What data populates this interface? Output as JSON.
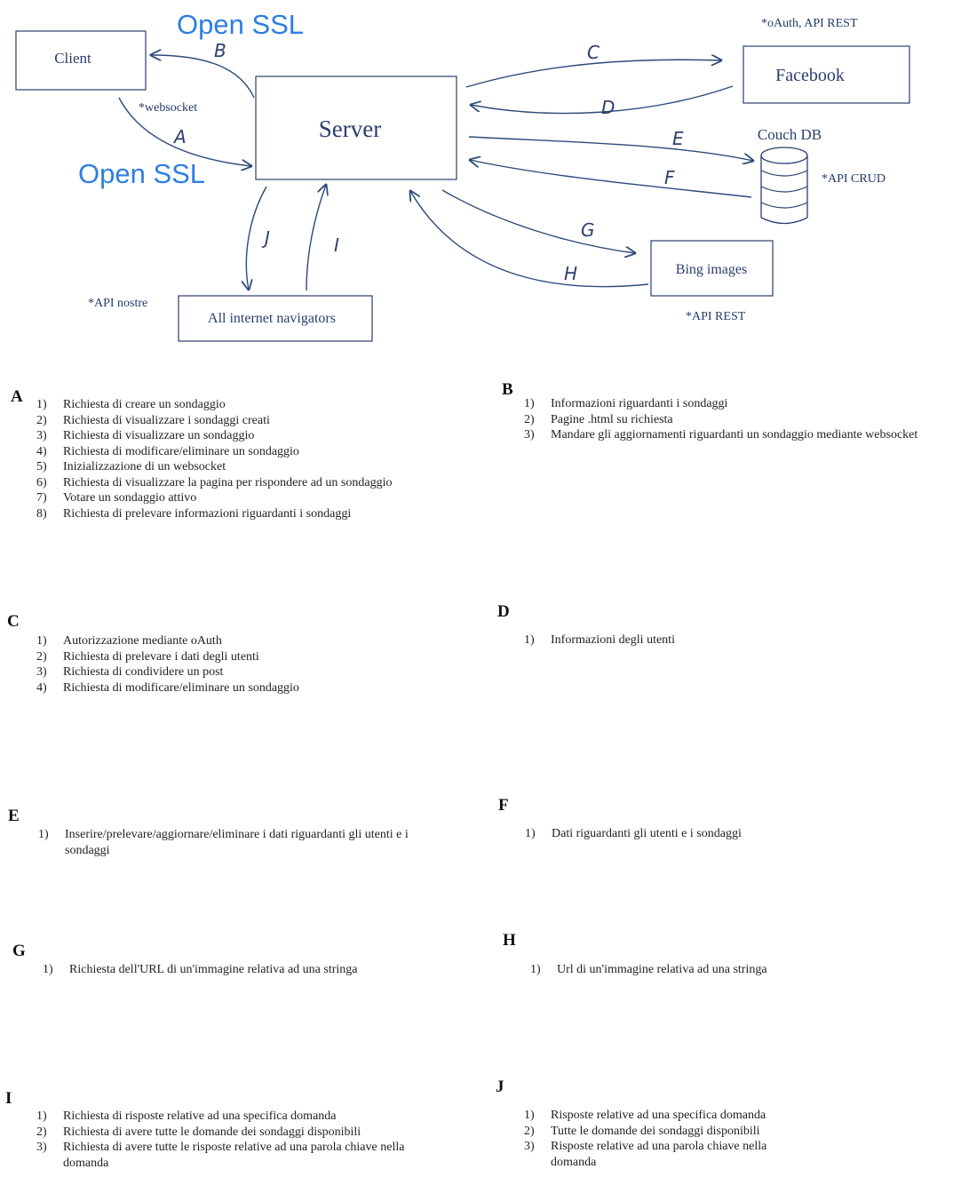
{
  "diagram": {
    "nodes": {
      "client": "Client",
      "server": "Server",
      "facebook": "Facebook",
      "couchdb": "Couch DB",
      "bing": "Bing images",
      "navigators": "All internet navigators"
    },
    "ssl_top": "Open SSL",
    "ssl_left": "Open SSL",
    "notes": {
      "websocket": "*websocket",
      "oauth": "*oAuth, API REST",
      "crud": "*API CRUD",
      "api_rest": "*API REST",
      "api_nostre": "*API nostre"
    },
    "edge_labels": {
      "A": "A",
      "B": "B",
      "C": "C",
      "D": "D",
      "E": "E",
      "F": "F",
      "G": "G",
      "H": "H",
      "I": "I",
      "J": "J"
    },
    "colors": {
      "ink": "#2c3e6e",
      "ssl": "#2f7ee0"
    }
  },
  "sections": [
    {
      "letter": "A",
      "items": [
        {
          "num": "1)",
          "text": "Richiesta di creare un sondaggio"
        },
        {
          "num": "2)",
          "text": "Richiesta di visualizzare i sondaggi creati"
        },
        {
          "num": "3)",
          "text": "Richiesta di visualizzare un sondaggio"
        },
        {
          "num": "4)",
          "text": "Richiesta di modificare/eliminare un sondaggio"
        },
        {
          "num": "5)",
          "text": "Inizializzazione di un websocket"
        },
        {
          "num": "6)",
          "text": "Richiesta di visualizzare la pagina per rispondere ad un sondaggio"
        },
        {
          "num": "7)",
          "text": "Votare un sondaggio attivo"
        },
        {
          "num": "8)",
          "text": "Richiesta di prelevare informazioni riguardanti i sondaggi"
        }
      ]
    },
    {
      "letter": "B",
      "items": [
        {
          "num": "1)",
          "text": "Informazioni riguardanti i sondaggi"
        },
        {
          "num": "2)",
          "text": "Pagine .html su richiesta"
        },
        {
          "num": "3)",
          "text": "Mandare gli aggiornamenti riguardanti un sondaggio mediante websocket"
        }
      ]
    },
    {
      "letter": "C",
      "items": [
        {
          "num": "1)",
          "text": "Autorizzazione mediante oAuth"
        },
        {
          "num": "2)",
          "text": "Richiesta di prelevare i dati degli utenti"
        },
        {
          "num": "3)",
          "text": "Richiesta di condividere un post"
        },
        {
          "num": "4)",
          "text": "Richiesta di modificare/eliminare un sondaggio"
        }
      ]
    },
    {
      "letter": "D",
      "items": [
        {
          "num": "1)",
          "text": "Informazioni degli utenti"
        }
      ]
    },
    {
      "letter": "E",
      "items": [
        {
          "num": "1)",
          "text": "Inserire/prelevare/aggiornare/eliminare i dati riguardanti gli utenti e i sondaggi"
        }
      ]
    },
    {
      "letter": "F",
      "items": [
        {
          "num": "1)",
          "text": "Dati riguardanti gli utenti e i sondaggi"
        }
      ]
    },
    {
      "letter": "G",
      "items": [
        {
          "num": "1)",
          "text": "Richiesta dell'URL di un'immagine relativa ad una stringa"
        }
      ]
    },
    {
      "letter": "H",
      "items": [
        {
          "num": "1)",
          "text": "Url di un'immagine relativa ad una stringa"
        }
      ]
    },
    {
      "letter": "I",
      "items": [
        {
          "num": "1)",
          "text": "Richiesta di risposte relative ad una specifica domanda"
        },
        {
          "num": "2)",
          "text": "Richiesta di avere tutte le domande dei sondaggi disponibili"
        },
        {
          "num": "3)",
          "text": "Richiesta di avere tutte le risposte relative ad una parola chiave nella domanda"
        }
      ]
    },
    {
      "letter": "J",
      "items": [
        {
          "num": "1)",
          "text": "Risposte relative ad una specifica domanda"
        },
        {
          "num": "2)",
          "text": "Tutte le domande dei sondaggi disponibili"
        },
        {
          "num": "3)",
          "text": "Risposte relative ad una parola chiave nella domanda"
        }
      ]
    }
  ]
}
